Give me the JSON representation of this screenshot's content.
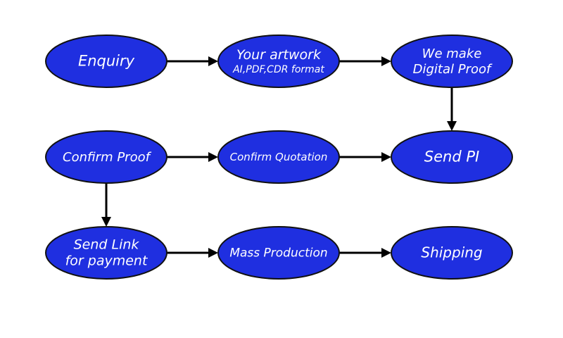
{
  "colors": {
    "node_fill": "#1f2fe0",
    "node_stroke": "#111111",
    "text": "#ffffff",
    "arrow": "#000000"
  },
  "nodes": [
    {
      "id": "enquiry",
      "lines": [
        "Enquiry"
      ]
    },
    {
      "id": "your-artwork",
      "lines": [
        "Your artwork",
        "AI,PDF,CDR format"
      ]
    },
    {
      "id": "digital-proof",
      "lines": [
        "We make",
        "Digital Proof"
      ]
    },
    {
      "id": "confirm-proof",
      "lines": [
        "Confirm Proof"
      ]
    },
    {
      "id": "confirm-quotation",
      "lines": [
        "Confirm Quotation"
      ]
    },
    {
      "id": "send-pi",
      "lines": [
        "Send PI"
      ]
    },
    {
      "id": "send-link",
      "lines": [
        "Send Link",
        "for payment"
      ]
    },
    {
      "id": "mass-production",
      "lines": [
        "Mass Production"
      ]
    },
    {
      "id": "shipping",
      "lines": [
        "Shipping"
      ]
    }
  ],
  "edges": [
    {
      "from": "enquiry",
      "to": "your-artwork"
    },
    {
      "from": "your-artwork",
      "to": "digital-proof"
    },
    {
      "from": "digital-proof",
      "to": "send-pi"
    },
    {
      "from": "confirm-proof",
      "to": "confirm-quotation"
    },
    {
      "from": "confirm-quotation",
      "to": "send-pi"
    },
    {
      "from": "confirm-proof",
      "to": "send-link"
    },
    {
      "from": "send-link",
      "to": "mass-production"
    },
    {
      "from": "mass-production",
      "to": "shipping"
    }
  ]
}
